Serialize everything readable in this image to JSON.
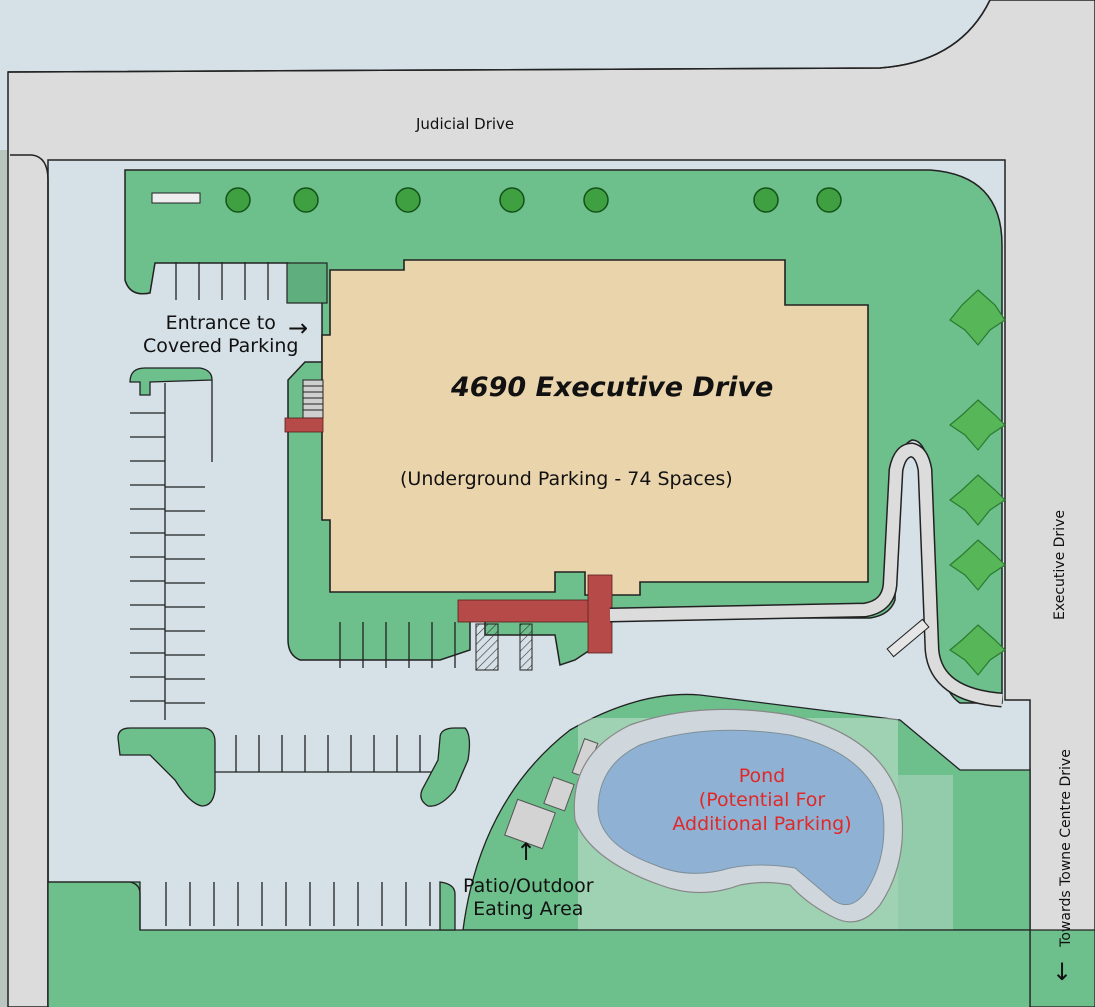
{
  "map": {
    "road_north": "Judicial Drive",
    "road_east": "Executive Drive",
    "road_south_east": "Towards Towne Centre Drive",
    "building": {
      "name": "4690 Executive Drive",
      "note": "(Underground Parking - 74 Spaces)"
    },
    "entrance": {
      "line1": "Entrance to",
      "line2": "Covered Parking",
      "arrow": "→"
    },
    "patio": {
      "line1": "Patio/Outdoor",
      "line2": "Eating Area",
      "arrow": "↑"
    },
    "pond": {
      "line1": "Pond",
      "line2": "(Potential For",
      "line3": "Additional Parking)"
    },
    "towne_arrow": "↓",
    "colors": {
      "road": "#dcdcdc",
      "grass": "#6dbf8c",
      "building": "#ead4ab",
      "pond": "#8fb2d4",
      "pavers": "#b54a48",
      "pond_label": "#e02828",
      "sky": "#d9e4ea"
    }
  }
}
